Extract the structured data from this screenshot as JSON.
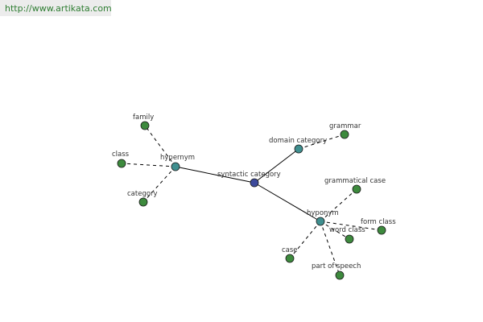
{
  "header": {
    "url": "http://www.artikata.com"
  },
  "colors": {
    "center": "#3d4a9c",
    "hub": "#3f8f8f",
    "leaf": "#3d8a3d"
  },
  "graph": {
    "center": {
      "label": "syntactic category"
    },
    "hubs": [
      {
        "id": "hypernym",
        "label": "hypernym"
      },
      {
        "id": "domain-category",
        "label": "domain category"
      },
      {
        "id": "hyponym",
        "label": "hyponym"
      }
    ],
    "leaves": [
      {
        "id": "family",
        "label": "family",
        "parent": "hypernym"
      },
      {
        "id": "class",
        "label": "class",
        "parent": "hypernym"
      },
      {
        "id": "category",
        "label": "category",
        "parent": "hypernym"
      },
      {
        "id": "grammar",
        "label": "grammar",
        "parent": "domain-category"
      },
      {
        "id": "grammatical-case",
        "label": "grammatical case",
        "parent": "hyponym"
      },
      {
        "id": "form-class",
        "label": "form class",
        "parent": "hyponym"
      },
      {
        "id": "word-class",
        "label": "word class",
        "parent": "hyponym"
      },
      {
        "id": "case",
        "label": "case",
        "parent": "hyponym"
      },
      {
        "id": "part-of-speech",
        "label": "part of speech",
        "parent": "hyponym"
      }
    ]
  }
}
